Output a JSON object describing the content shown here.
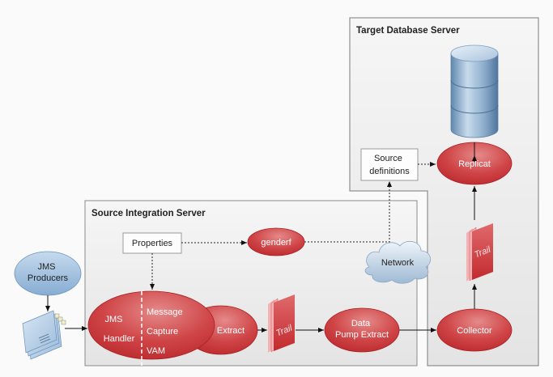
{
  "regions": {
    "target": {
      "title": "Target Database Server"
    },
    "source": {
      "title": "Source Integration Server"
    }
  },
  "nodes": {
    "jms_producers": {
      "lines": [
        "JMS",
        "Producers"
      ]
    },
    "messages": {
      "label": ""
    },
    "properties": {
      "label": "Properties"
    },
    "genderf": {
      "label": "genderf"
    },
    "jms_handler": {
      "lines": [
        "JMS",
        "Handler"
      ]
    },
    "message_capture": {
      "lines": [
        "Message",
        "Capture",
        "VAM"
      ]
    },
    "extract": {
      "label": "Extract"
    },
    "trail_source": {
      "label": "Trail"
    },
    "data_pump": {
      "lines": [
        "Data",
        "Pump Extract"
      ]
    },
    "network": {
      "label": "Network"
    },
    "collector": {
      "label": "Collector"
    },
    "trail_target": {
      "label": "Trail"
    },
    "replicat": {
      "label": "Replicat"
    },
    "source_definitions": {
      "lines": [
        "Source",
        "definitions"
      ]
    },
    "database": {
      "label": "Database"
    }
  },
  "colors": {
    "process_red": "#c8282b",
    "producer_blue": "#8fb4d8",
    "region_fill": "#eeeeee",
    "region_border": "#7a7a7a"
  }
}
